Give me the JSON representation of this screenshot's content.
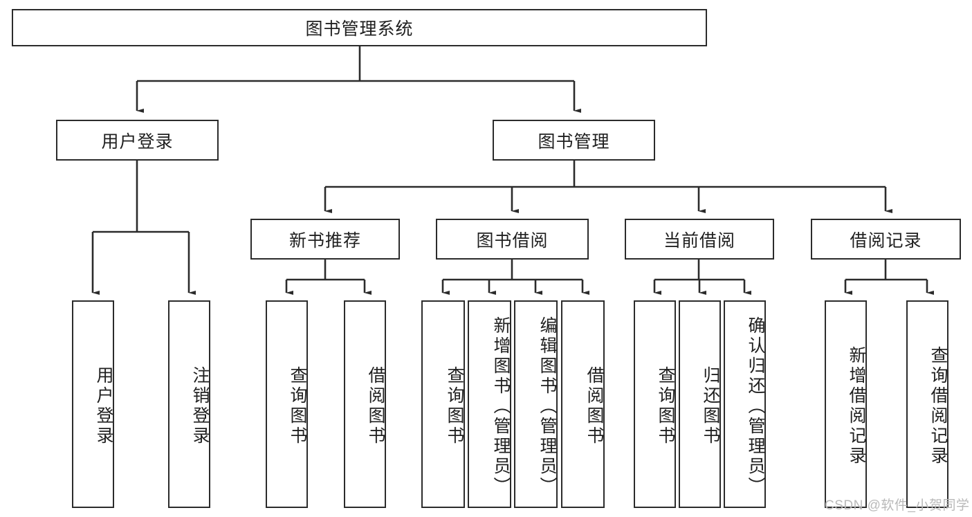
{
  "diagram": {
    "title": "图书管理系统",
    "type": "hierarchy-tree",
    "root": {
      "id": "root",
      "label": "图书管理系统"
    },
    "level2": [
      {
        "id": "login",
        "label": "用户登录"
      },
      {
        "id": "bookmgmt",
        "label": "图书管理"
      }
    ],
    "level3": [
      {
        "id": "newbook",
        "label": "新书推荐",
        "parent": "bookmgmt"
      },
      {
        "id": "borrow",
        "label": "图书借阅",
        "parent": "bookmgmt"
      },
      {
        "id": "current",
        "label": "当前借阅",
        "parent": "bookmgmt"
      },
      {
        "id": "record",
        "label": "借阅记录",
        "parent": "bookmgmt"
      }
    ],
    "leaves": {
      "login": [
        {
          "id": "leaf-user-login",
          "label": "用户登录"
        },
        {
          "id": "leaf-logout",
          "label": "注销登录"
        }
      ],
      "newbook": [
        {
          "id": "leaf-query-book-1",
          "label": "查询图书"
        },
        {
          "id": "leaf-borrow-book-1",
          "label": "借阅图书"
        }
      ],
      "borrow": [
        {
          "id": "leaf-query-book-2",
          "label": "查询图书"
        },
        {
          "id": "leaf-add-book",
          "label": "新增图书（管理员）"
        },
        {
          "id": "leaf-edit-book",
          "label": "编辑图书（管理员）"
        },
        {
          "id": "leaf-borrow-book-2",
          "label": "借阅图书"
        }
      ],
      "current": [
        {
          "id": "leaf-query-book-3",
          "label": "查询图书"
        },
        {
          "id": "leaf-return-book",
          "label": "归还图书"
        },
        {
          "id": "leaf-confirm-return",
          "label": "确认归还（管理员）"
        }
      ],
      "record": [
        {
          "id": "leaf-add-record",
          "label": "新增借阅记录"
        },
        {
          "id": "leaf-query-record",
          "label": "查询借阅记录"
        }
      ]
    }
  },
  "watermark": {
    "text": "CSDN @软件_小贺同学"
  },
  "colors": {
    "line": "#2b2b2b",
    "box_border": "#2b2b2b",
    "background": "#ffffff",
    "watermark": "#b9b9b9"
  }
}
